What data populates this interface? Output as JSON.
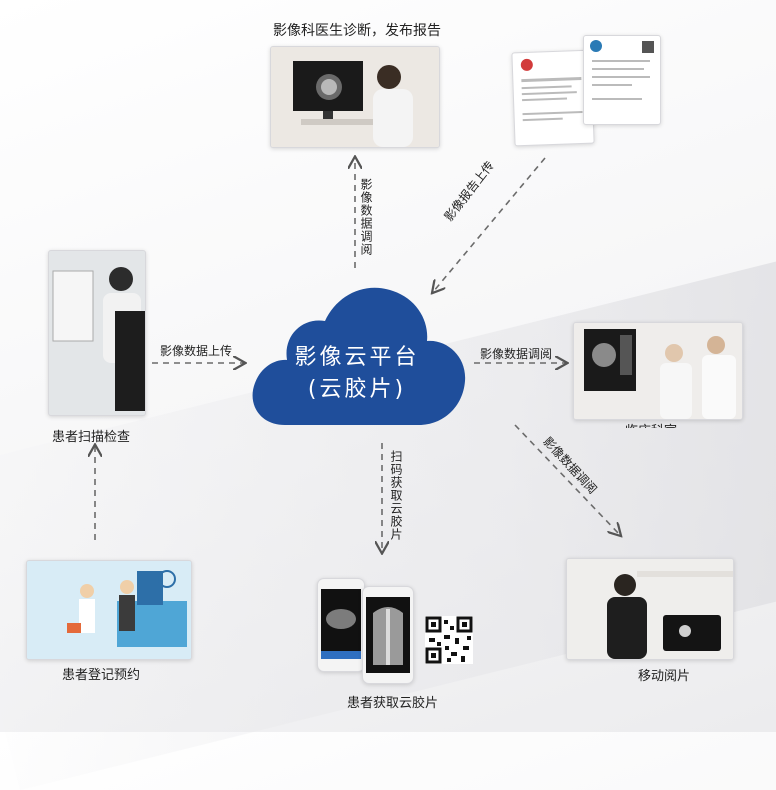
{
  "cloud": {
    "line1": "影像云平台",
    "line2": "(云胶片)"
  },
  "nodes": {
    "doctor_diagnosis": "影像科医生诊断，发布报告",
    "patient_scan": "患者扫描检查",
    "patient_register": "患者登记预约",
    "patient_get_film": "患者获取云胶片",
    "mobile_view": "移动阅片",
    "clinician_view": "临床科室"
  },
  "arrows": {
    "upload_left": "影像数据上传",
    "retrieve_up": "影像数据调阅",
    "report_upload": "影像报告上传",
    "retrieve_right": "影像数据调阅",
    "retrieve_diag": "影像数据调阅",
    "scan_qr": "扫码获取云胶片"
  },
  "colors": {
    "cloud": "#1f4e9b",
    "arrow": "#6b6b6b"
  }
}
